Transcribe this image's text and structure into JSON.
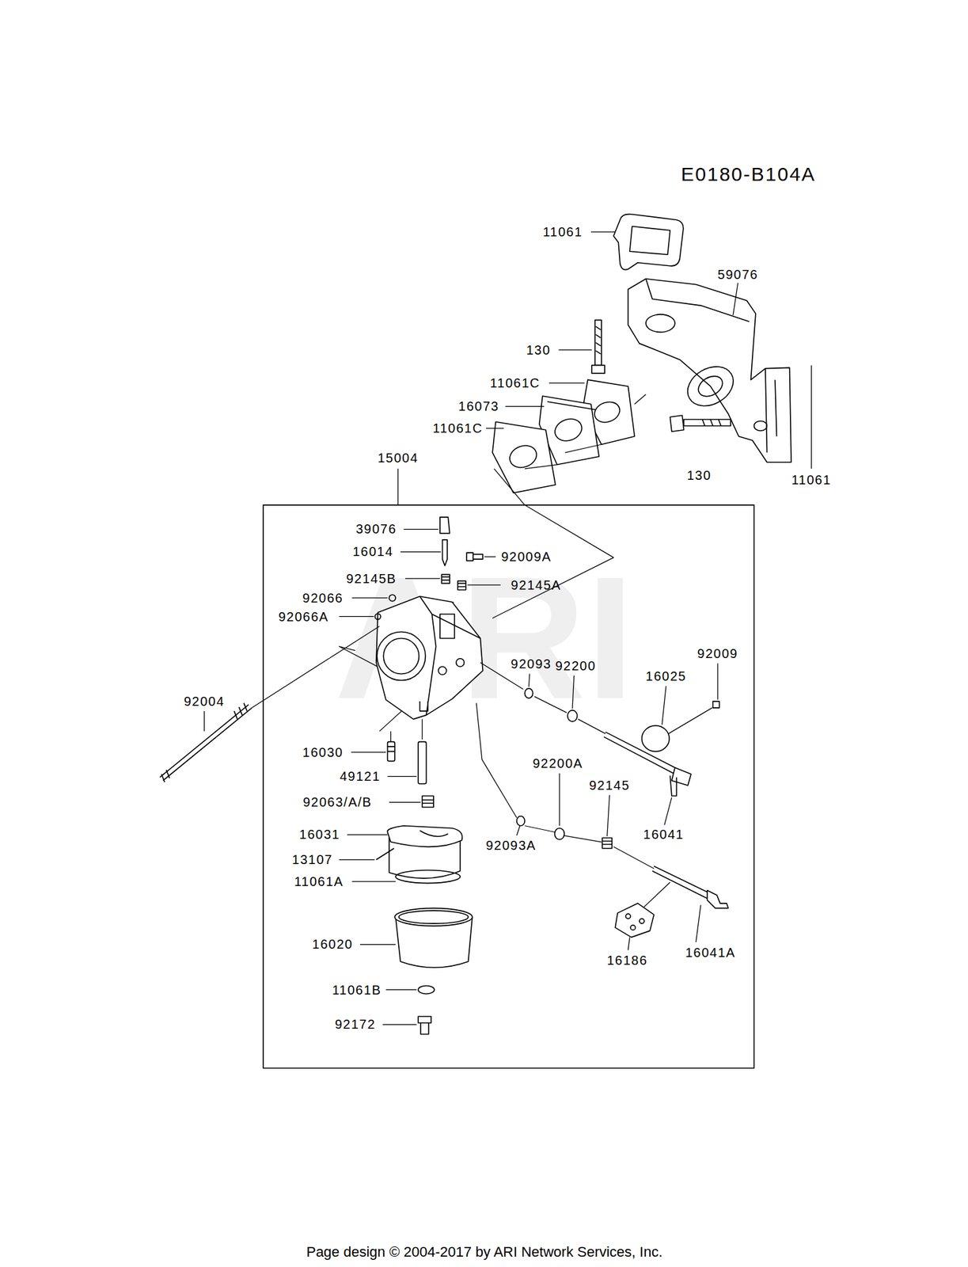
{
  "diagram": {
    "labels": [
      "E0180-B104A",
      "11061",
      "59076",
      "130",
      "11061C",
      "16073",
      "11061C",
      "130",
      "11061",
      "15004",
      "39076",
      "16014",
      "92009A",
      "92145B",
      "92145A",
      "92066",
      "92066A",
      "92093",
      "92200",
      "92009",
      "16025",
      "92004",
      "16030",
      "49121",
      "92063/A/B",
      "92200A",
      "92145",
      "16041",
      "16031",
      "13107",
      "92093A",
      "11061A",
      "16020",
      "16186",
      "16041A",
      "11061B",
      "92172",
      "ARI",
      "Page design © 2004-2017 by ARI Network Services, Inc."
    ]
  }
}
